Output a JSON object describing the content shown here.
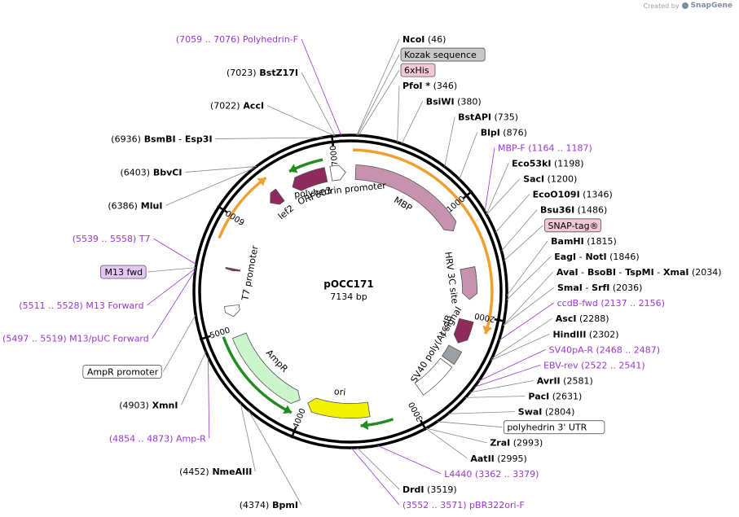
{
  "credit": {
    "created_by": "Created by",
    "brand": "SnapGene",
    "logo_icon": "snapgene-logo-icon"
  },
  "plasmid": {
    "name": "pOCC171",
    "length": "7134 bp"
  },
  "ticks": [
    {
      "label": "1000",
      "pos": 1000
    },
    {
      "label": "2000",
      "pos": 2000
    },
    {
      "label": "3000",
      "pos": 3000
    },
    {
      "label": "4000",
      "pos": 4000
    },
    {
      "label": "5000",
      "pos": 5000
    },
    {
      "label": "6000",
      "pos": 6000
    },
    {
      "label": "7000",
      "pos": 7000
    }
  ],
  "sites": [
    {
      "id": "ncoi",
      "text": [
        [
          "NcoI",
          true
        ],
        [
          "(46)",
          false
        ]
      ],
      "pos": 46
    },
    {
      "id": "kozak",
      "box": "Kozak sequence",
      "pos": 50
    },
    {
      "id": "his",
      "box": "6xHis",
      "pos": 60
    },
    {
      "id": "pfoi",
      "text": [
        [
          "PfoI *",
          true
        ],
        [
          "(346)",
          false
        ]
      ],
      "pos": 346
    },
    {
      "id": "bsiwi",
      "text": [
        [
          "BsiWI",
          true
        ],
        [
          "(380)",
          false
        ]
      ],
      "pos": 380
    },
    {
      "id": "bstapi",
      "text": [
        [
          "BstAPI",
          true
        ],
        [
          "(735)",
          false
        ]
      ],
      "pos": 735
    },
    {
      "id": "blpi",
      "text": [
        [
          "BlpI",
          true
        ],
        [
          "(876)",
          false
        ]
      ],
      "pos": 876
    },
    {
      "id": "mbpf",
      "text": [
        [
          "MBP-F",
          false
        ],
        [
          "(1164 .. 1187)",
          false
        ]
      ],
      "primer": true,
      "pos": 1175
    },
    {
      "id": "eco53ki",
      "text": [
        [
          "Eco53kI",
          true
        ],
        [
          "(1198)",
          false
        ]
      ],
      "pos": 1198
    },
    {
      "id": "saci",
      "text": [
        [
          "SacI",
          true
        ],
        [
          "(1200)",
          false
        ]
      ],
      "pos": 1200
    },
    {
      "id": "eco0109i",
      "text": [
        [
          "EcoO109I",
          true
        ],
        [
          "(1346)",
          false
        ]
      ],
      "pos": 1346
    },
    {
      "id": "bsu36i",
      "text": [
        [
          "Bsu36I",
          true
        ],
        [
          "(1486)",
          false
        ]
      ],
      "pos": 1486
    },
    {
      "id": "snaptag",
      "box": "SNAP-tag®",
      "pos": 1560
    },
    {
      "id": "bamhi",
      "text": [
        [
          "BamHI",
          true
        ],
        [
          "(1815)",
          false
        ]
      ],
      "pos": 1815
    },
    {
      "id": "eagi",
      "text": [
        [
          "EagI",
          true
        ],
        [
          "-",
          false
        ],
        [
          "NotI",
          true
        ],
        [
          "(1846)",
          false
        ]
      ],
      "pos": 1846
    },
    {
      "id": "avai",
      "text": [
        [
          "AvaI",
          true
        ],
        [
          "-",
          false
        ],
        [
          "BsoBI",
          true
        ],
        [
          "-",
          false
        ],
        [
          "TspMI",
          true
        ],
        [
          "-",
          false
        ],
        [
          "XmaI",
          true
        ],
        [
          "(2034)",
          false
        ]
      ],
      "pos": 2034
    },
    {
      "id": "smai",
      "text": [
        [
          "SmaI",
          true
        ],
        [
          "-",
          false
        ],
        [
          "SrfI",
          true
        ],
        [
          "(2036)",
          false
        ]
      ],
      "pos": 2036
    },
    {
      "id": "ccdbfwd",
      "text": [
        [
          "ccdB-fwd",
          false
        ],
        [
          "(2137 .. 2156)",
          false
        ]
      ],
      "primer": true,
      "pos": 2146
    },
    {
      "id": "asci",
      "text": [
        [
          "AscI",
          true
        ],
        [
          "(2288)",
          false
        ]
      ],
      "pos": 2288
    },
    {
      "id": "hindiii",
      "text": [
        [
          "HindIII",
          true
        ],
        [
          "(2302)",
          false
        ]
      ],
      "pos": 2302
    },
    {
      "id": "sv40par",
      "text": [
        [
          "SV40pA-R",
          false
        ],
        [
          "(2468 .. 2487)",
          false
        ]
      ],
      "primer": true,
      "pos": 2478
    },
    {
      "id": "ebvrev",
      "text": [
        [
          "EBV-rev",
          false
        ],
        [
          "(2522 .. 2541)",
          false
        ]
      ],
      "primer": true,
      "pos": 2531
    },
    {
      "id": "avrii",
      "text": [
        [
          "AvrII",
          true
        ],
        [
          "(2581)",
          false
        ]
      ],
      "pos": 2581
    },
    {
      "id": "paci",
      "text": [
        [
          "PacI",
          true
        ],
        [
          "(2631)",
          false
        ]
      ],
      "pos": 2631
    },
    {
      "id": "swai",
      "text": [
        [
          "SwaI",
          true
        ],
        [
          "(2804)",
          false
        ]
      ],
      "pos": 2804
    },
    {
      "id": "polh3utr",
      "box": "polyhedrin 3' UTR",
      "pos": 2900
    },
    {
      "id": "zrai",
      "text": [
        [
          "ZraI",
          true
        ],
        [
          "(2993)",
          false
        ]
      ],
      "pos": 2993
    },
    {
      "id": "aatii",
      "text": [
        [
          "AatII",
          true
        ],
        [
          "(2995)",
          false
        ]
      ],
      "pos": 2995
    },
    {
      "id": "l4440",
      "text": [
        [
          "L4440",
          false
        ],
        [
          "(3362 .. 3379)",
          false
        ]
      ],
      "primer": true,
      "pos": 3370
    },
    {
      "id": "drdi",
      "text": [
        [
          "DrdI",
          true
        ],
        [
          "(3519)",
          false
        ]
      ],
      "pos": 3519
    },
    {
      "id": "pbr322ori",
      "text": [
        [
          "(3552 .. 3571)",
          false
        ],
        [
          "pBR322ori-F",
          false
        ]
      ],
      "primer": true,
      "pos": 3561
    },
    {
      "id": "bpmi",
      "text": [
        [
          "(4374)",
          false
        ],
        [
          "BpmI",
          true
        ]
      ],
      "pos": 4374
    },
    {
      "id": "nmeaiii",
      "text": [
        [
          "(4452)",
          false
        ],
        [
          "NmeAIII",
          true
        ]
      ],
      "pos": 4452
    },
    {
      "id": "ampr",
      "text": [
        [
          "(4854 .. 4873)",
          false
        ],
        [
          "Amp-R",
          false
        ]
      ],
      "primer": true,
      "pos": 4863
    },
    {
      "id": "xmni",
      "text": [
        [
          "(4903)",
          false
        ],
        [
          "XmnI",
          true
        ]
      ],
      "pos": 4903
    },
    {
      "id": "amprprom",
      "box": "AmpR promoter",
      "pos": 5180
    },
    {
      "id": "m13puc",
      "text": [
        [
          "(5497 .. 5519)",
          false
        ],
        [
          "M13/pUC Forward",
          false
        ]
      ],
      "primer": true,
      "pos": 5508
    },
    {
      "id": "m13fwd",
      "text": [
        [
          "(5511 .. 5528)",
          false
        ],
        [
          "M13 Forward",
          false
        ]
      ],
      "primer": true,
      "pos": 5519
    },
    {
      "id": "m13fwdbox",
      "box": "M13 fwd",
      "boxstyle": "primer",
      "pos": 5525
    },
    {
      "id": "t7",
      "text": [
        [
          "(5539 .. 5558)",
          false
        ],
        [
          "T7",
          false
        ]
      ],
      "primer": true,
      "pos": 5548
    },
    {
      "id": "mlui",
      "text": [
        [
          "(6386)",
          false
        ],
        [
          "MluI",
          true
        ]
      ],
      "pos": 6386
    },
    {
      "id": "bbvci",
      "text": [
        [
          "(6403)",
          false
        ],
        [
          "BbvCI",
          true
        ]
      ],
      "pos": 6403
    },
    {
      "id": "bsmbi",
      "text": [
        [
          "(6936)",
          false
        ],
        [
          "BsmBI",
          true
        ],
        [
          "-",
          false
        ],
        [
          "Esp3I",
          true
        ]
      ],
      "pos": 6936
    },
    {
      "id": "acci",
      "text": [
        [
          "(7022)",
          false
        ],
        [
          "AccI",
          true
        ]
      ],
      "pos": 7022
    },
    {
      "id": "bstz17i",
      "text": [
        [
          "(7023)",
          false
        ],
        [
          "BstZ17I",
          true
        ]
      ],
      "pos": 7023
    },
    {
      "id": "polhf",
      "text": [
        [
          "(7059 .. 7076)",
          false
        ],
        [
          "Polyhedrin-F",
          false
        ]
      ],
      "primer": true,
      "pos": 7067
    }
  ],
  "features": [
    {
      "id": "mbp",
      "label": "MBP",
      "start": 50,
      "end": 1180,
      "ring": 0,
      "dir": 1,
      "color": "#c792ae"
    },
    {
      "id": "hrv3c",
      "label": "HRV 3C site",
      "start": 1560,
      "end": 1700,
      "ring": 0,
      "dir": 1,
      "color": "#c792ae"
    },
    {
      "id": "snapfeat",
      "label": "",
      "start": 1560,
      "end": 1860,
      "ring": 0,
      "dir": 1,
      "color": "#c792ae"
    },
    {
      "id": "ccdb",
      "label": "ccdB",
      "start": 2060,
      "end": 2290,
      "ring": 0,
      "dir": 1,
      "color": "#8e2a5c"
    },
    {
      "id": "sv40",
      "label": "SV40 poly(A) signal",
      "start": 2350,
      "end": 2480,
      "ring": 0,
      "dir": 0,
      "color": "#9aa0a6"
    },
    {
      "id": "polh3",
      "label": "",
      "start": 2510,
      "end": 2870,
      "ring": 0,
      "dir": 0,
      "color": "#ffffff"
    },
    {
      "id": "ori",
      "label": "ori",
      "start": 3390,
      "end": 3980,
      "ring": 0,
      "dir": 1,
      "color": "#f2f200"
    },
    {
      "id": "amprfeat",
      "label": "AmpR",
      "start": 4060,
      "end": 4920,
      "ring": 0,
      "dir": -1,
      "color": "#ccf5cc"
    },
    {
      "id": "ampprom",
      "label": "",
      "start": 5110,
      "end": 5215,
      "ring": 0,
      "dir": -1,
      "color": "#ffffff"
    },
    {
      "id": "t7prom",
      "label": "T7 promoter",
      "start": 5548,
      "end": 5568,
      "ring": 0,
      "dir": -1,
      "color": "#8e2a5c"
    },
    {
      "id": "lef2",
      "label": "lef2",
      "start": 6300,
      "end": 6420,
      "ring": 0,
      "dir": -1,
      "color": "#8e2a5c"
    },
    {
      "id": "orf603",
      "label": "ORF603",
      "start": 6560,
      "end": 6900,
      "ring": 0,
      "dir": -1,
      "color": "#8e2a5c"
    },
    {
      "id": "polhprom",
      "label": "polyhedrin promoter",
      "start": 6950,
      "end": 7090,
      "ring": 0,
      "dir": 1,
      "color": "#ffffff"
    }
  ],
  "orf_arcs": [
    {
      "id": "orf-snap",
      "start": 20,
      "end": 2130,
      "color": "#f0a030",
      "dir": 1,
      "r": 0.925
    },
    {
      "id": "orf-left",
      "start": 5790,
      "end": 6410,
      "color": "#f0a030",
      "dir": 1,
      "r": 0.925
    },
    {
      "id": "orf-orf603",
      "start": 6600,
      "end": 6900,
      "color": "#228b22",
      "dir": -1,
      "r": 0.88
    },
    {
      "id": "orf-amp",
      "start": 4080,
      "end": 4960,
      "color": "#228b22",
      "dir": -1,
      "r": 0.88
    },
    {
      "id": "orf-ori",
      "start": 3200,
      "end": 3480,
      "color": "#228b22",
      "dir": 1,
      "r": 0.88
    }
  ]
}
